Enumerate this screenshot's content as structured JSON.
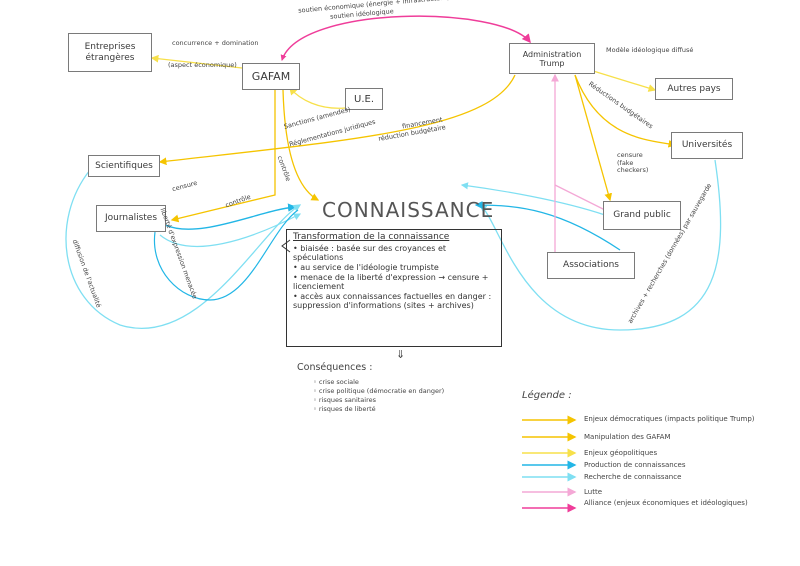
{
  "nodes": {
    "entreprises": "Entreprises étrangères",
    "gafam": "GAFAM",
    "ue": "U.E.",
    "admin": "Administration Trump",
    "autres_pays": "Autres pays",
    "scientifiques": "Scientifiques",
    "journalistes": "Journalistes",
    "universites": "Universités",
    "grand_public": "Grand public",
    "associations": "Associations"
  },
  "title": "CONNAISSANCE",
  "center": {
    "heading": "Transformation de la connaissance",
    "items": [
      "• biaisée : basée sur des croyances et spéculations",
      "• au service de l'idéologie trumpiste",
      "• menace de la liberté d'expression → censure + licenciement",
      "• accès aux connaissances factuelles en danger : suppression d'informations (sites + archives)"
    ]
  },
  "labels": {
    "soutien": "soutien économique (énergie + infrastructure)",
    "soutien2": "soutien idéologique",
    "concurrence": "concurrence + domination",
    "aspect": "(aspect économique)",
    "modele": "Modèle idéologique diffusé",
    "sanctions": "Sanctions (amendes)",
    "reglementations": "Réglementations juridiques",
    "financement": "financement",
    "reduction": "réduction budgétaire",
    "reductions_budg": "Réductions budgétaires",
    "censure_left": "censure",
    "controle1": "contrôle",
    "controle2": "contrôle",
    "censure_fake": "censure (fake checkers)",
    "liberte": "liberté d'expression menacée",
    "diffusion": "diffusion de l'actualité",
    "archives": "archives + recherches (données) par sauvegarde",
    "arrow_down": "⇓"
  },
  "consequences": {
    "heading": "Conséquences :",
    "items": [
      "◦ crise sociale",
      "◦ crise politique (démocratie en danger)",
      "◦ risques sanitaires",
      "◦ risques de liberté"
    ]
  },
  "legend": {
    "title": "Légende :",
    "items": [
      {
        "label": "Enjeux démocratiques (impacts politique Trump)",
        "color": "#f5c400"
      },
      {
        "label": "Manipulation des GAFAM",
        "color": "#f5c400"
      },
      {
        "label": "Enjeux géopolitiques",
        "color": "#f7e04a"
      },
      {
        "label": "Production de connaissances",
        "color": "#22b6e6"
      },
      {
        "label": "Recherche de connaissance",
        "color": "#7fdff2"
      },
      {
        "label": "Lutte",
        "color": "#f4a8d6"
      },
      {
        "label": "Alliance (enjeux économiques et idéologiques)",
        "color": "#ef3d9a"
      }
    ]
  }
}
